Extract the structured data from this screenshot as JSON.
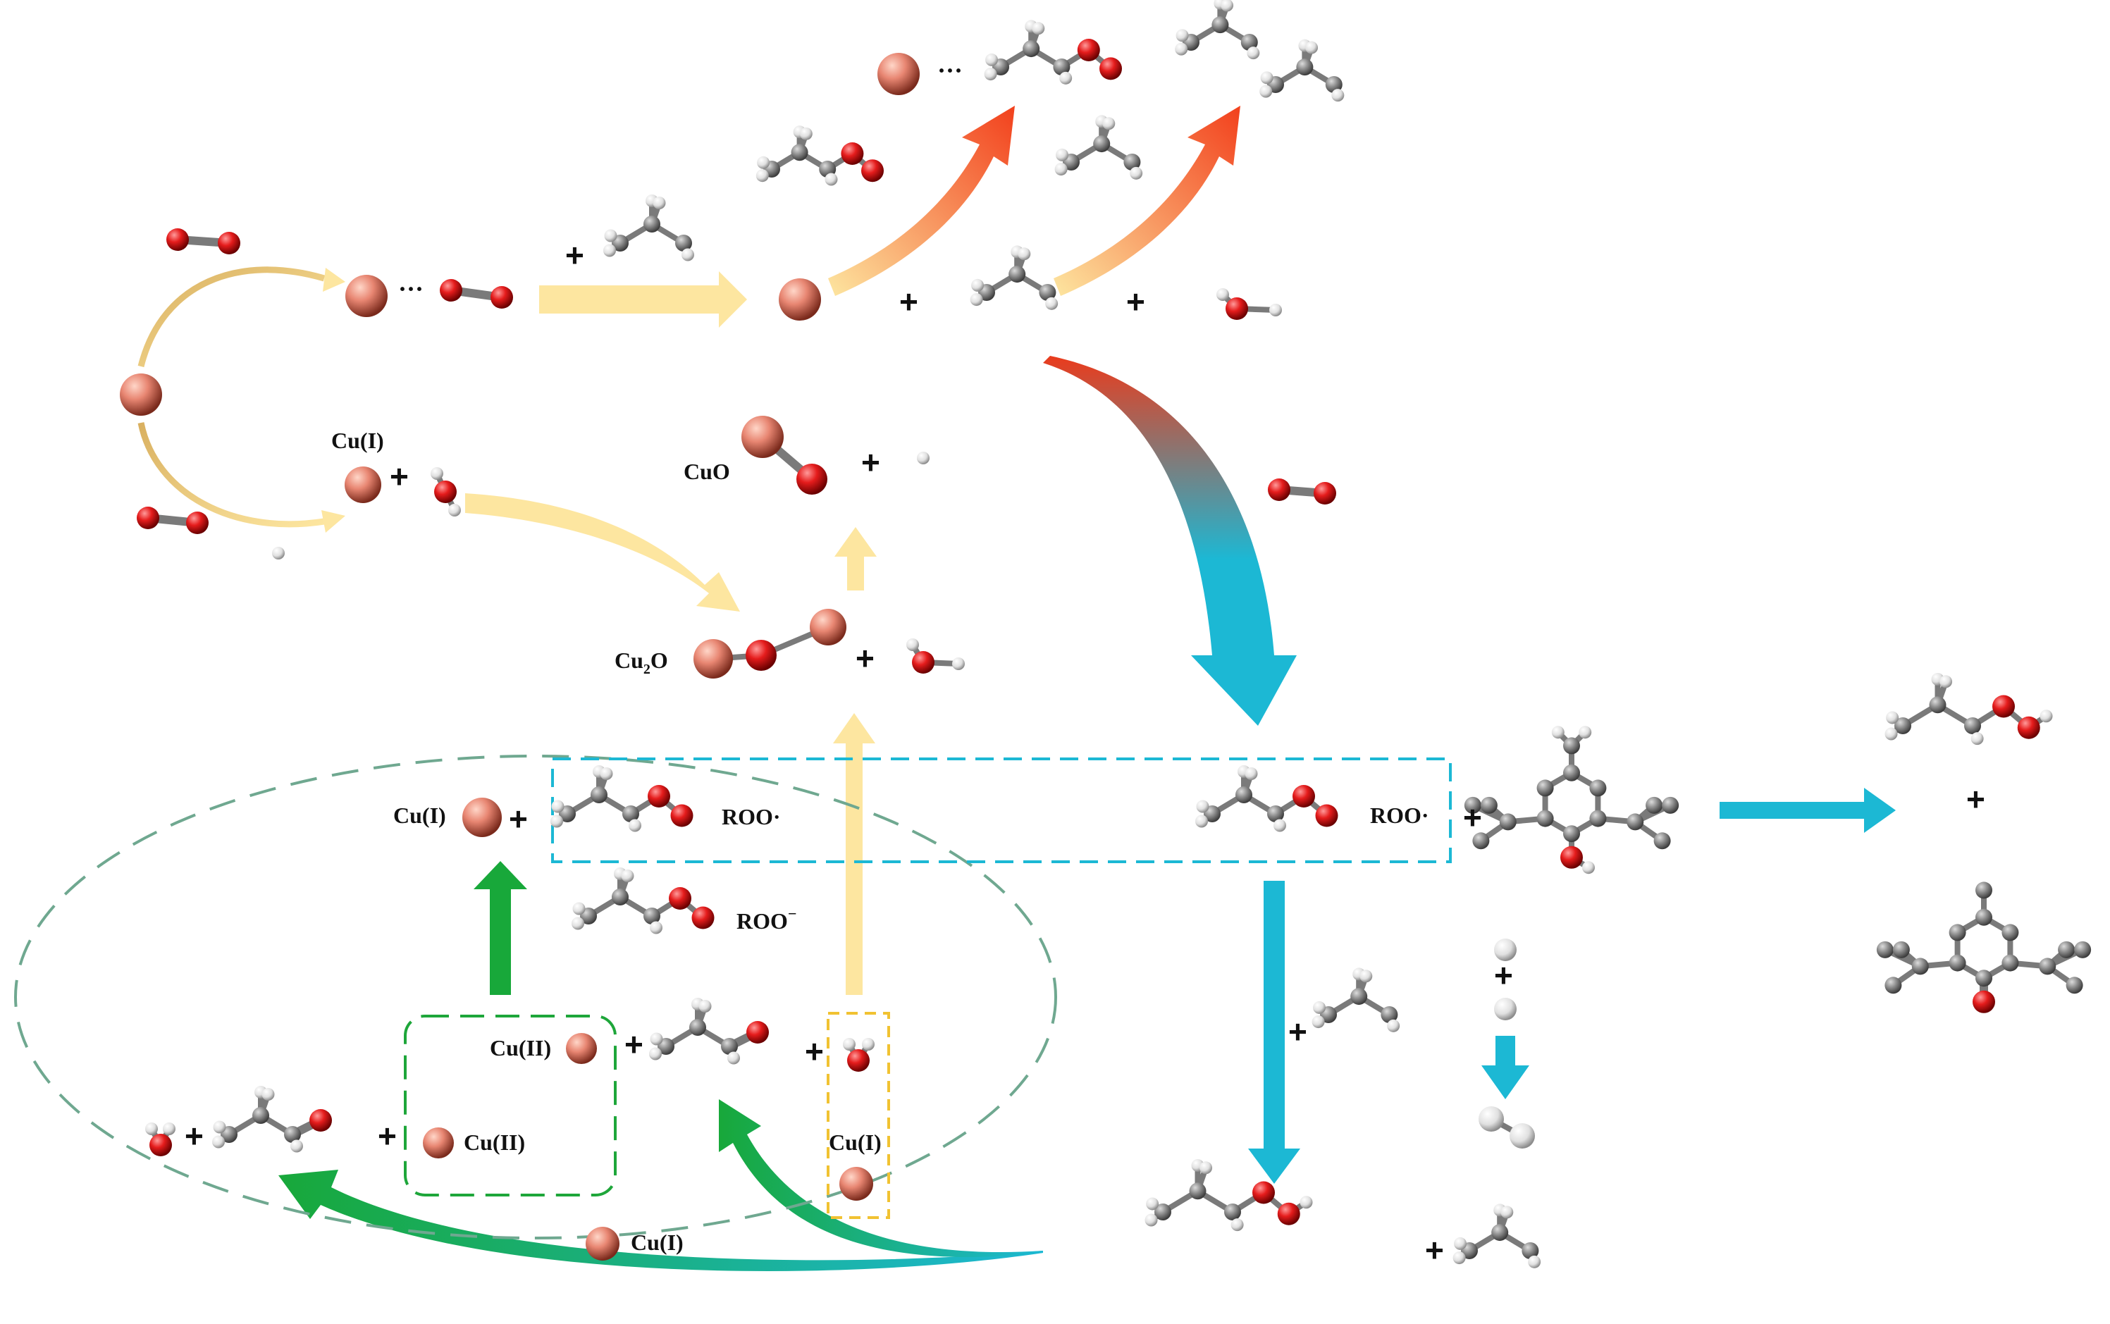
{
  "colors": {
    "copper": "#e07866",
    "oxygen": "#e51c1c",
    "carbon": "#8a8a8a",
    "hydrogen": "#e6e6e6",
    "yellow_arrow": "#fde6a0",
    "red_arrow": "#f24a24",
    "cyan_arrow": "#1cb8d4",
    "green_arrow": "#18a83a",
    "cyan_box": "#1cb8d4",
    "green_box": "#1ea63a",
    "yellow_box": "#f1c232",
    "ellipse": "#6fa890"
  },
  "labels": {
    "cu1_top": "Cu(I)",
    "cuo": "CuO",
    "cu2o_main": "Cu",
    "cu2o_sub": "2",
    "cu2o_tail": "O",
    "cu1_cycle": "Cu(I)",
    "roo_radical_left": "ROO·",
    "roo_anion_main": "ROO",
    "roo_anion_sup": "−",
    "roo_radical_right": "ROO·",
    "cu2_box_top": "Cu(II)",
    "cu2_box_bottom": "Cu(II)",
    "cu1_yellow_box": "Cu(I)",
    "cu1_bottom": "Cu(I)",
    "dots_top": "···",
    "dots_mid": "···",
    "plus": "+"
  }
}
